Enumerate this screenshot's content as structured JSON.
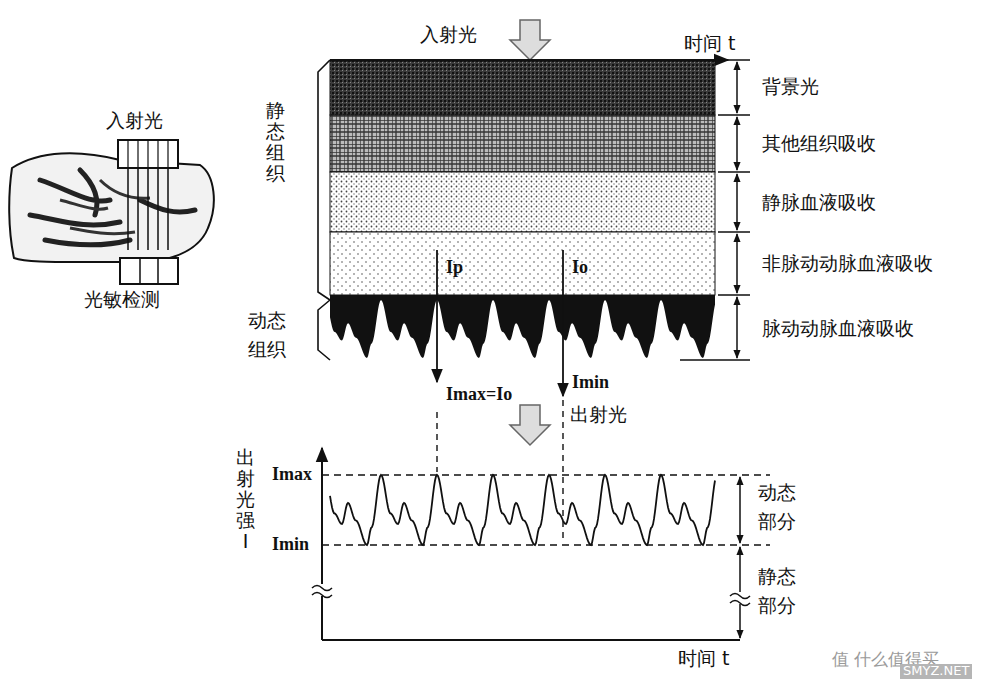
{
  "diagram": {
    "labels": [
      "入射光",
      "时间 t",
      "入射光",
      "光敏检测",
      "静态组织",
      "动态组织",
      "背景光",
      "其他组织吸收",
      "静脉血液吸收",
      "非脉动动脉血液吸收",
      "脉动动脉血液吸收",
      "Ip",
      "Io",
      "Imax=Io",
      "Imin",
      "出射光",
      "出射光强I",
      "Imax",
      "Imin",
      "动态部分",
      "静态部分",
      "时间 t",
      "值 什么值得买",
      "SMYZ.NET"
    ]
  }
}
